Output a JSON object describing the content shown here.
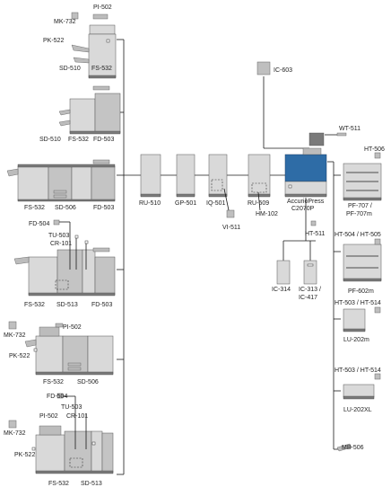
{
  "labels": {
    "pi502_a": "PI-502",
    "mk732_a": "MK-732",
    "pk522_a": "PK-522",
    "sd510_a": "SD-510",
    "fs532_a": "FS-532",
    "sd510_b": "SD-510",
    "fs532_b": "FS-532",
    "fd503_b": "FD-503",
    "fs532_c": "FS-532",
    "sd506_c": "SD-506",
    "fd503_c": "FD-503",
    "fd504_d": "FD-504",
    "tu503_d": "TU-503",
    "cr101_d": "CR-101",
    "fs532_d": "FS-532",
    "sd513_d": "SD-513",
    "fd503_d": "FD-503",
    "mk732_e": "MK-732",
    "pi502_e": "PI-502",
    "pk522_e": "PK-522",
    "fs532_e": "FS-532",
    "sd506_e": "SD-506",
    "fd504_f": "FD-504",
    "tu503_f": "TU-503",
    "pi502_f": "PI-502",
    "cr101_f": "CR-101",
    "mk732_f": "MK-732",
    "pk522_f": "PK-522",
    "fs532_f": "FS-532",
    "sd513_f": "SD-513",
    "ru510": "RU-510",
    "gp501": "GP-501",
    "iq501": "IQ-501",
    "vi511": "VI-511",
    "ru509": "RU-509",
    "hm102": "HM-102",
    "ic603": "IC-603",
    "wt511": "WT-511",
    "press_line1": "AccurioPress",
    "press_line2": "C2070P",
    "ht511": "HT-511",
    "ic314": "IC-314",
    "ic313_line1": "IC-313 /",
    "ic313_line2": "IC-417",
    "ht506": "HT-506",
    "pf707_line1": "PF-707 /",
    "pf707_line2": "PF-707m",
    "ht504": "HT-504 / HT-505",
    "pf602": "PF-602m",
    "ht503_a": "HT-503 / HT-514",
    "lu202m": "LU-202m",
    "ht503_b": "HT-503 / HT-514",
    "lu202xl": "LU-202XL",
    "mb506": "MB-506"
  }
}
